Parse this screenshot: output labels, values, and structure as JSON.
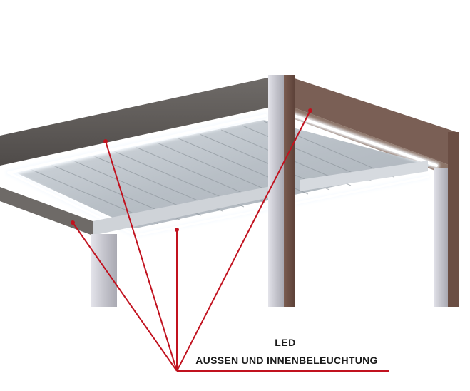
{
  "caption": {
    "line1": "LED",
    "line2": "AUSSEN UND INNENBELEUCHTUNG"
  },
  "colors": {
    "callout_red": "#c1121f",
    "frame_dark": "#5a5450",
    "frame_brown": "#6b4e44",
    "post_light": "#cfcfd6",
    "slat": "#bfc6cc",
    "led_glow": "#f4f8ff"
  },
  "illustration": {
    "subject": "pergola-with-led-lighting",
    "callout_count": 4
  }
}
